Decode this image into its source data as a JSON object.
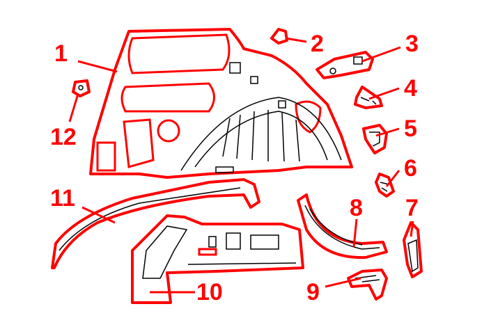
{
  "diagram": {
    "title": "Quarter panel inner components",
    "callouts": [
      "1",
      "2",
      "3",
      "4",
      "5",
      "6",
      "7",
      "8",
      "9",
      "10",
      "11",
      "12"
    ],
    "outline_color": "#ff0000",
    "line_color": "#000000"
  }
}
